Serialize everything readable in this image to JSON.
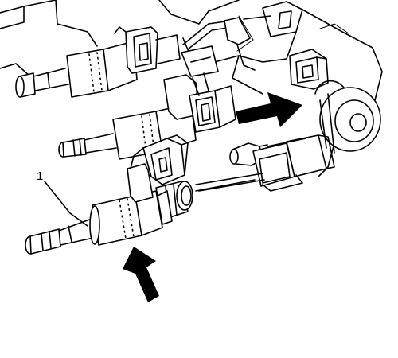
{
  "diagram": {
    "callouts": [
      {
        "label": "1",
        "part": "fuel-injector"
      }
    ],
    "arrows": [
      {
        "icon": "arrow-icon",
        "direction": "up"
      },
      {
        "icon": "arrow-icon",
        "direction": "right"
      }
    ],
    "colors": {
      "line": "#000000",
      "background": "#ffffff",
      "shade": "#d6d6d6"
    }
  }
}
